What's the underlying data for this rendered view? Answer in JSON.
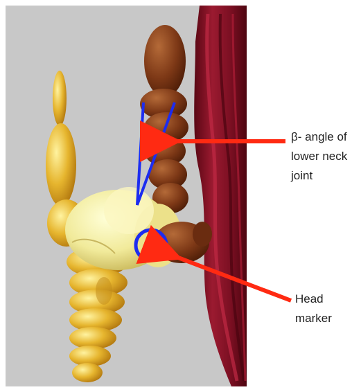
{
  "annotations": {
    "angle_label": {
      "lines": [
        "β- angle of",
        "lower neck",
        "joint"
      ],
      "arrow_color": "#ff2a12",
      "marker_color": "#1c2cf0"
    },
    "head_label": {
      "lines": [
        "Head",
        "marker"
      ],
      "arrow_color": "#ff2a12",
      "marker_color": "#1c2cf0"
    }
  },
  "colors": {
    "background_panel": "#c8c8c8",
    "dummy_yellow": "#e8b830",
    "dummy_pale": "#f4f0a8",
    "neck_brown": "#7a3414",
    "seat_red": "#8a1428",
    "annotation_red": "#ff2a12",
    "annotation_blue": "#1c2cf0"
  }
}
